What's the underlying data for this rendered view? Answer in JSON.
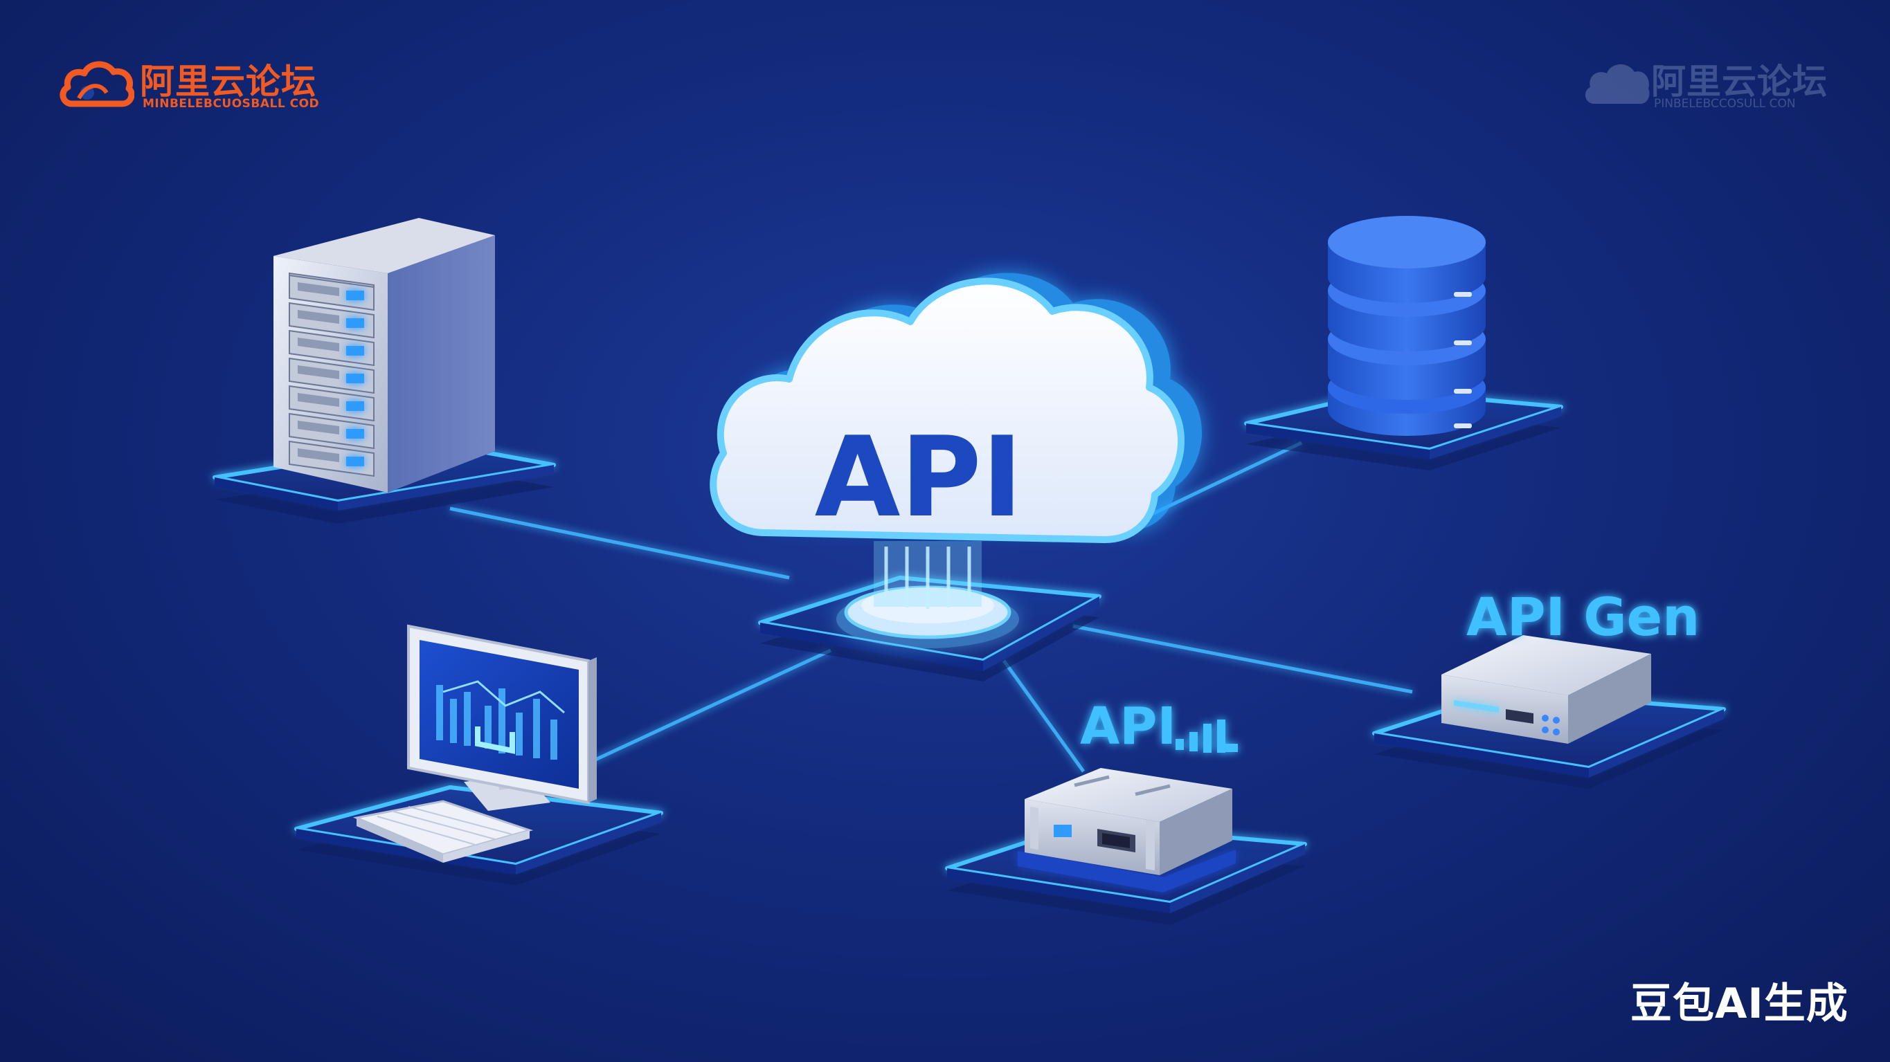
{
  "logo_left": {
    "name": "阿里云论坛",
    "subtitle": "MINBELEBCUOSBALL COD"
  },
  "logo_right": {
    "name": "阿里云论坛",
    "subtitle": "PINBELEBCCOSULL CON"
  },
  "diagram": {
    "cloud_label": "API",
    "server_label": "API",
    "gateway_label": "API Gen"
  },
  "watermark": {
    "text": "豆包AI生成"
  },
  "colors": {
    "background": "#142c80",
    "accent_cyan": "#43c5ff",
    "label_blue": "#1c48c0",
    "brand_orange": "#f15a22"
  }
}
